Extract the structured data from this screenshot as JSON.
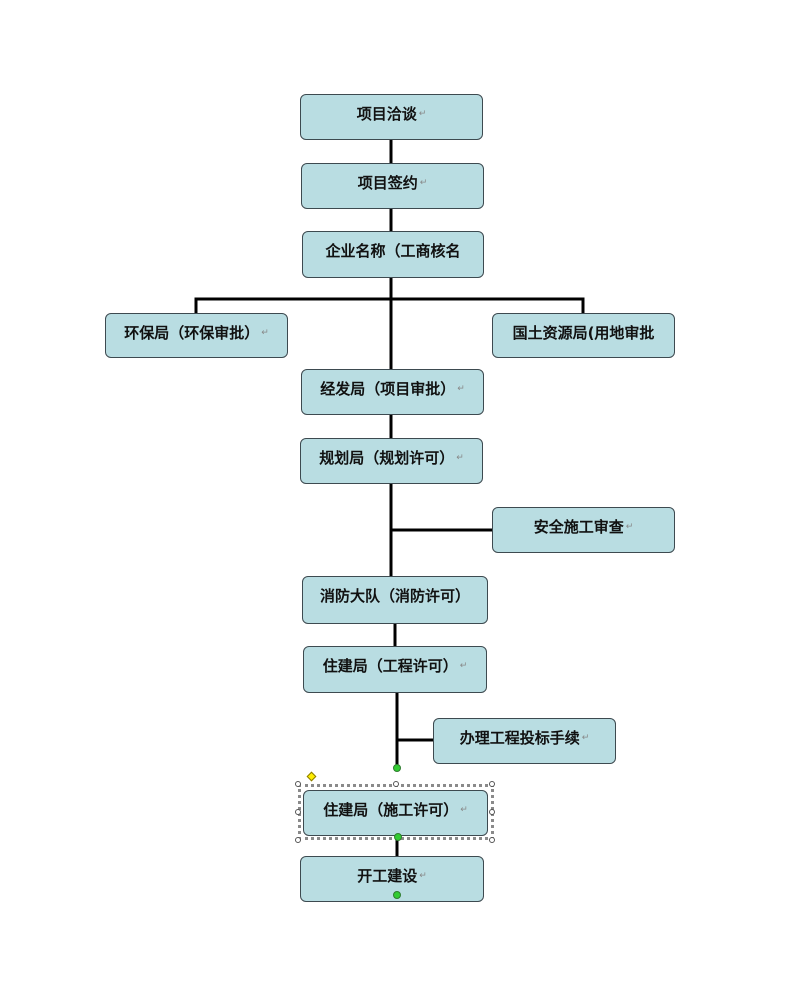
{
  "nodes": {
    "project_negotiation": "项目洽谈",
    "project_signing": "项目签约",
    "enterprise_name": "企业名称（工商核名",
    "env_bureau": "环保局（环保审批）",
    "land_bureau": "国土资源局(用地审批",
    "econ_bureau": "经发局（项目审批）",
    "planning_bureau": "规划局（规划许可）",
    "safety_review": "安全施工审查",
    "fire_brigade": "消防大队（消防许可）",
    "housing_bureau_engineering": "住建局（工程许可）",
    "bidding_procedures": "办理工程投标手续",
    "housing_bureau_construction": "住建局（施工许可）",
    "construction_start": "开工建设"
  },
  "return_mark": "↵",
  "colors": {
    "box_fill": "#b9dde2",
    "box_border": "#3d4a50",
    "connector": "#000000"
  }
}
